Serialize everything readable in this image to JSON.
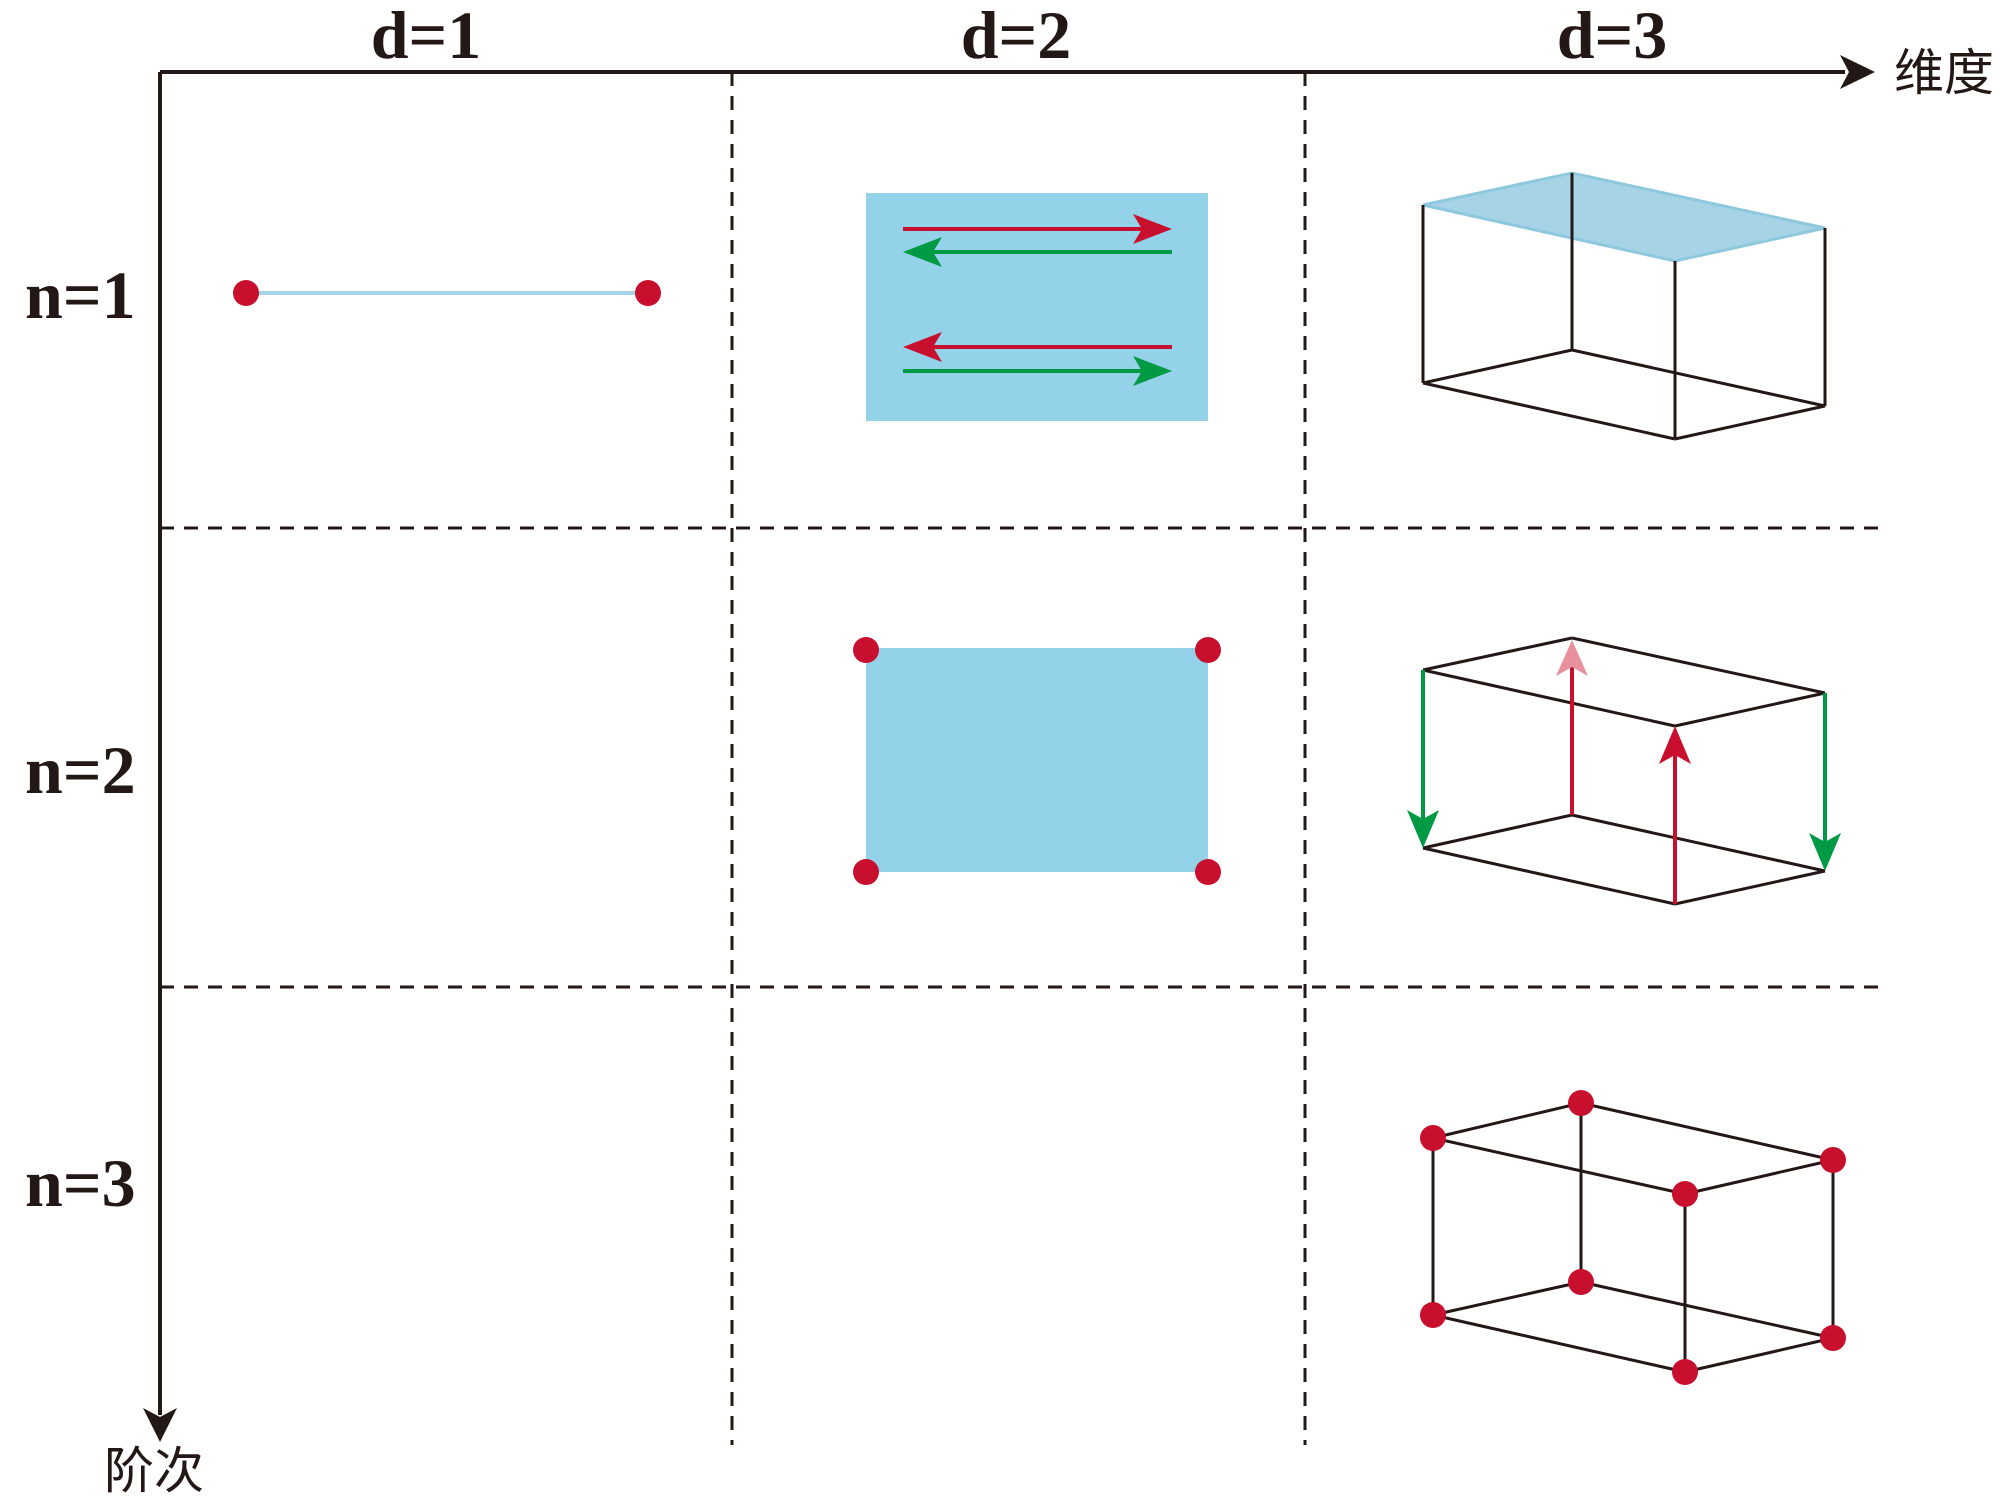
{
  "axes": {
    "x_label": "维度",
    "y_label": "阶次"
  },
  "columns": [
    {
      "label": "d=1"
    },
    {
      "label": "d=2"
    },
    {
      "label": "d=3"
    }
  ],
  "rows": [
    {
      "label": "n=1"
    },
    {
      "label": "n=2"
    },
    {
      "label": "n=3"
    }
  ],
  "colors": {
    "ink": "#231815",
    "node_red": "#c8102e",
    "arrow_red": "#c8102e",
    "arrow_green": "#009944",
    "face_blue": "#93d2e8",
    "face_blue_top": "#a6d4e6",
    "line_blue": "#a6d4e6",
    "arrow_pink": "#e8919c"
  }
}
